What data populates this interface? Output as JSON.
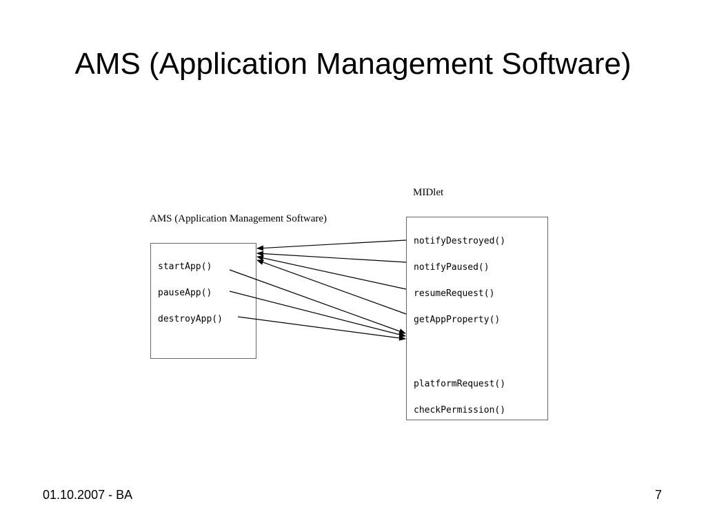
{
  "slide": {
    "title": "AMS (Application Management Software)",
    "footer_left": "01.10.2007 - BA",
    "page_number": "7"
  },
  "ams": {
    "label": "AMS (Application Management  Software)",
    "methods": [
      "startApp()",
      "pauseApp()",
      "destroyApp()"
    ]
  },
  "midlet": {
    "label": "MIDlet",
    "methods": [
      "notifyDestroyed()",
      "notifyPaused()",
      "resumeRequest()",
      "getAppProperty()",
      "platformRequest()",
      "checkPermission()"
    ]
  }
}
